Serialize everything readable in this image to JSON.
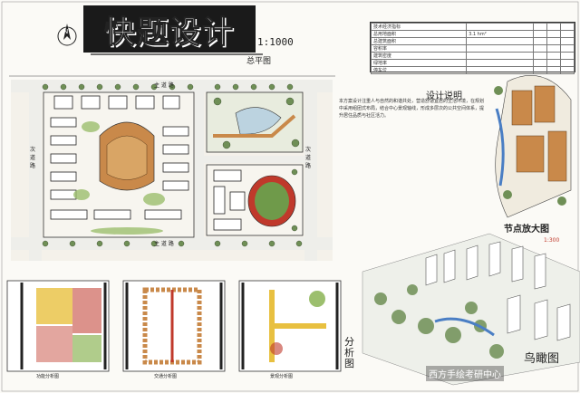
{
  "title": "快题设计",
  "scale": "1:1000",
  "plan_title": "总平图",
  "compass_label": "N",
  "road_labels": {
    "top": "主 道 路",
    "left": "次 道 路",
    "right": "次 道 路",
    "bottom": "主 道 路"
  },
  "stats_table": {
    "headers": [
      "技术经济指标",
      "",
      "",
      "",
      ""
    ],
    "rows": [
      [
        "总用地面积",
        "3.1 hm²",
        "",
        "",
        ""
      ],
      [
        "总建筑面积",
        "",
        "",
        "",
        ""
      ],
      [
        "容积率",
        "",
        "",
        "",
        ""
      ],
      [
        "建筑密度",
        "",
        "",
        "",
        ""
      ],
      [
        "绿地率",
        "",
        "",
        "",
        ""
      ],
      [
        "停车位",
        "",
        "",
        "",
        ""
      ]
    ]
  },
  "design_notes_title": "设计说明",
  "design_notes": "本方案设计注重人与自然的和谐共处，营造舒适宜居的生活环境，在规划中采用组团式布局，结合中心景观轴线，形成多层次的公共空间体系，提升居住品质与社区活力。",
  "node_title": "节点放大图",
  "node_scale": "1:300",
  "bird_title": "鸟瞰图",
  "analysis_title": "分析图",
  "analysis_labels": [
    "功能分析图",
    "交通分析图",
    "景观分析图"
  ],
  "watermark": "西方手绘考研中心",
  "colors": {
    "wood": "#c9894a",
    "grass": "#9cbf6e",
    "tree": "#6f8f56",
    "dark": "#2a2a2a",
    "road": "#eeeeea",
    "red": "#c0392b",
    "yellow": "#e8c040",
    "blue": "#4a7ec4"
  }
}
